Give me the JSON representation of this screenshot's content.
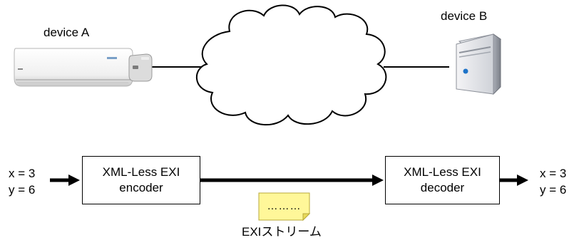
{
  "devices": {
    "device_a": "device A",
    "device_b": "device B"
  },
  "encoder": {
    "line1": "XML-Less EXI",
    "line2": "encoder"
  },
  "decoder": {
    "line1": "XML-Less EXI",
    "line2": "decoder"
  },
  "input_values": {
    "x": "x = 3",
    "y": "y = 6"
  },
  "output_values": {
    "x": "x = 3",
    "y": "y = 6"
  },
  "stream": {
    "note_text": "………",
    "label": "EXIストリーム"
  },
  "colors": {
    "note_fill": "#fff799",
    "note_fold": "#e8d95a",
    "server_blue": "#1e73c8"
  },
  "icons": [
    "air-conditioner-icon",
    "adapter-icon",
    "cloud-icon",
    "server-icon",
    "document-note-icon"
  ]
}
